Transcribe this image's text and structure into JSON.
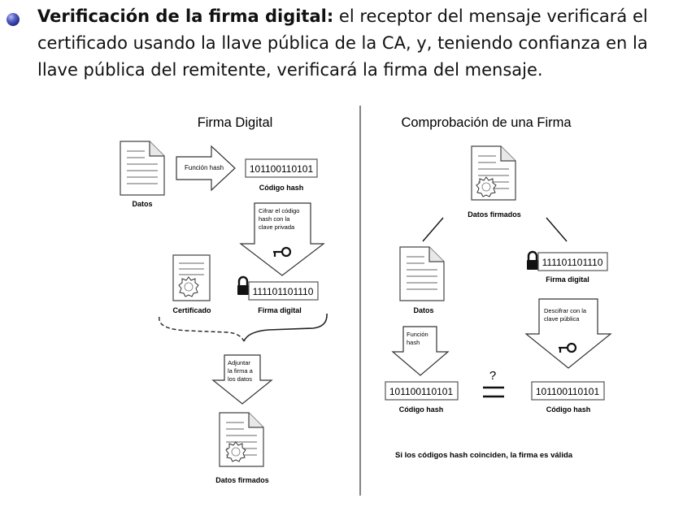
{
  "bullet": {
    "title": "Verificación de la firma digital:",
    "text": " el receptor del mensaje verificará el certificado usando la llave pública de la CA, y, teniendo confianza en la llave pública del remitente, verificará la firma del mensaje."
  },
  "left": {
    "title": "Firma Digital",
    "datos_label": "Datos",
    "funcion_hash_label": "Función hash",
    "hash_value": "101100110101",
    "codigo_hash_label": "Código hash",
    "cifrar_lines": [
      "Cifrar el código",
      "hash con la",
      "clave privada"
    ],
    "signature_value": "111101101110",
    "certificado_label": "Certificado",
    "firma_digital_label": "Firma digital",
    "adjuntar_lines": [
      "Adjuntar",
      "la firma a",
      "los datos"
    ],
    "datos_firmados_label": "Datos firmados"
  },
  "right": {
    "title": "Comprobación de una Firma",
    "datos_firmados_label": "Datos firmados",
    "signature_value": "111101101110",
    "firma_digital_label": "Firma digital",
    "datos_label": "Datos",
    "funcion_hash_lines": [
      "Función",
      "hash"
    ],
    "descifrar_lines": [
      "Descifrar con la",
      "clave pública"
    ],
    "question_mark": "?",
    "hash_value_left": "101100110101",
    "hash_value_right": "101100110101",
    "codigo_hash_label_left": "Código hash",
    "codigo_hash_label_right": "Código hash",
    "conclusion": "Si los códigos hash coinciden, la firma es válida"
  }
}
